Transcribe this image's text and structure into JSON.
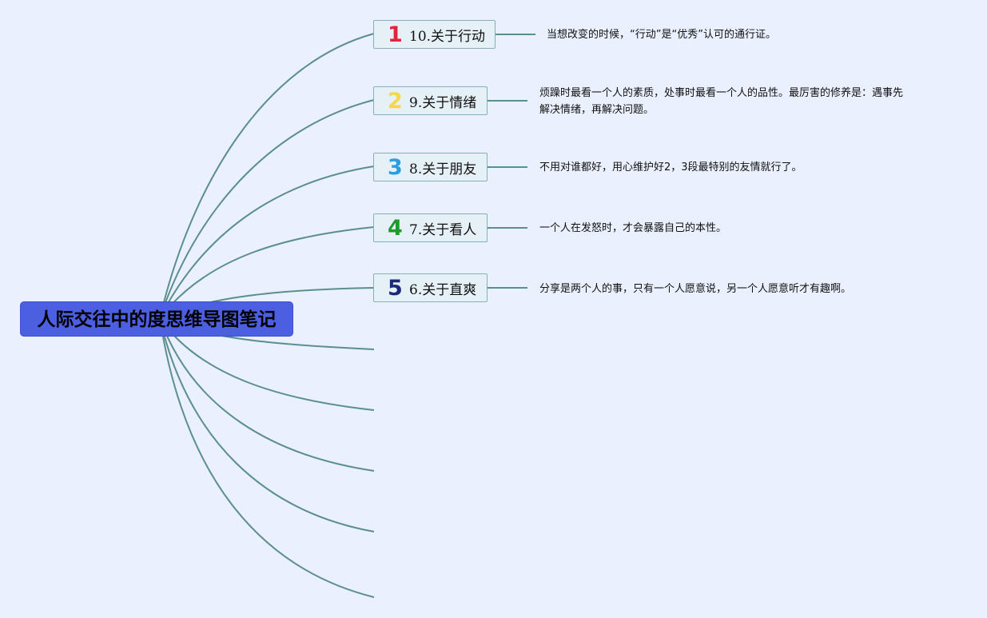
{
  "root": {
    "title": "人际交往中的度思维导图笔记"
  },
  "colors": {
    "background": "#eaf0fd",
    "root_fill": "#4c5fe0",
    "link_stroke": "#5a8f8d",
    "badge_1": "#e0243e",
    "badge_2": "#f5d84a",
    "badge_3": "#2b9ee0",
    "badge_4": "#1f9b2e",
    "badge_5": "#1c2a78"
  },
  "branches": [
    {
      "badge": "1",
      "label": "10.关于行动",
      "note": "当想改变的时候，“行动”是“优秀”认可的通行证。"
    },
    {
      "badge": "2",
      "label": "9.关于情绪",
      "note_line1": "烦躁时最看一个人的素质，处事时最看一个人的品性。最厉害的修养是：遇事先",
      "note_line2": "解决情绪，再解决问题。"
    },
    {
      "badge": "3",
      "label": "8.关于朋友",
      "note": "不用对谁都好，用心维护好2，3段最特别的友情就行了。"
    },
    {
      "badge": "4",
      "label": "7.关于看人",
      "note": "一个人在发怒时，才会暴露自己的本性。"
    },
    {
      "badge": "5",
      "label": "6.关于直爽",
      "note": "分享是两个人的事，只有一个人愿意说，另一个人愿意听才有趣啊。"
    }
  ]
}
